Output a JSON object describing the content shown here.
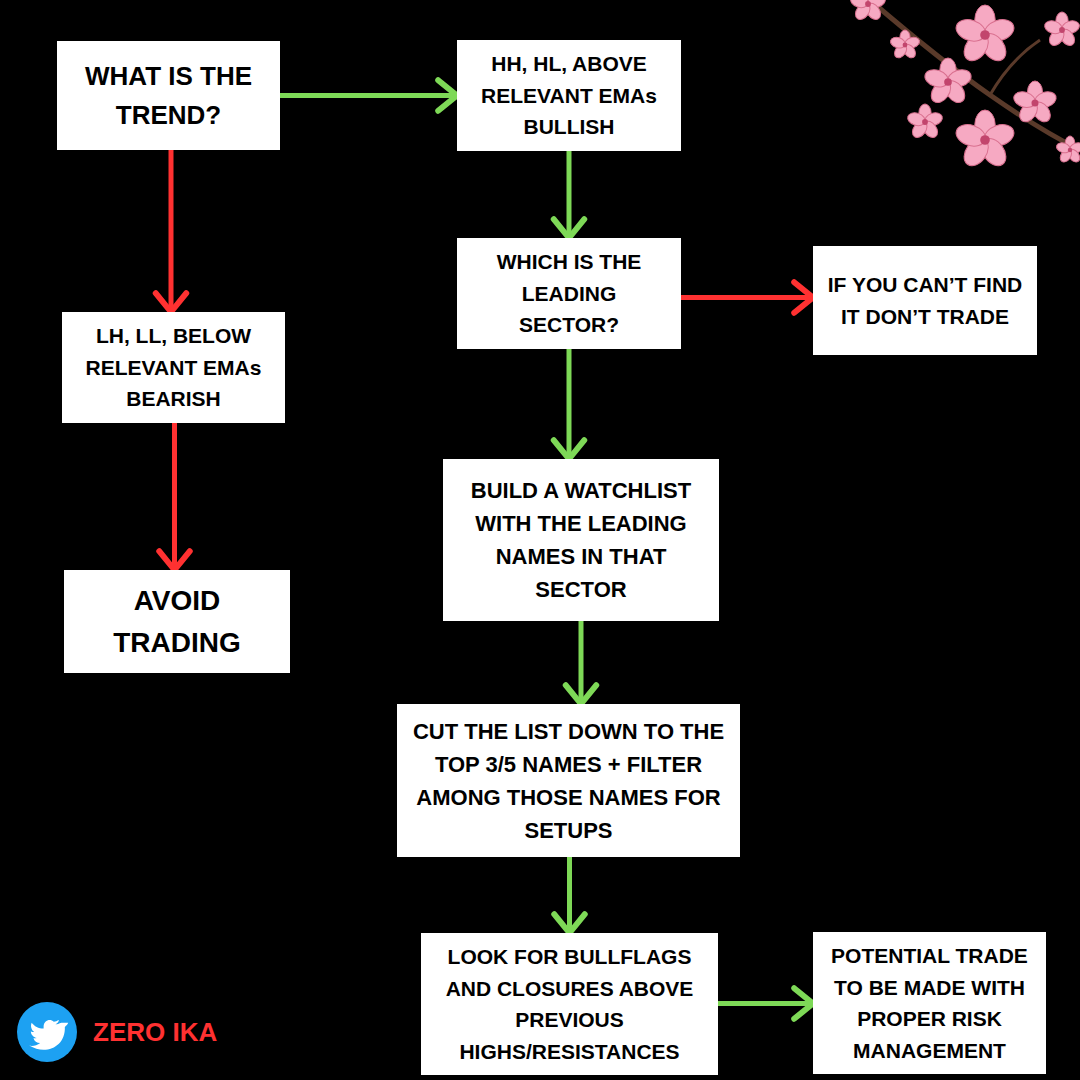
{
  "diagram": {
    "nodes": [
      {
        "text": [
          "WHAT IS THE TREND?"
        ]
      },
      {
        "text": [
          "HH, HL, ABOVE RELEVANT EMAs BULLISH"
        ]
      },
      {
        "text": [
          "WHICH IS THE LEADING SECTOR?"
        ]
      },
      {
        "text": [
          "IF YOU CAN’T FIND IT DON’T TRADE"
        ]
      },
      {
        "text": [
          "LH, LL, BELOW RELEVANT EMAs BEARISH"
        ]
      },
      {
        "text": [
          "AVOID TRADING"
        ]
      },
      {
        "text": [
          "BUILD A WATCHLIST WITH THE LEADING NAMES IN THAT SECTOR"
        ]
      },
      {
        "text": [
          "CUT THE LIST DOWN TO THE TOP 3/5 NAMES + FILTER AMONG THOSE NAMES FOR SETUPS"
        ]
      },
      {
        "text": [
          "LOOK FOR BULLFLAGS AND CLOSURES ABOVE PREVIOUS HIGHS/RESISTANCES"
        ]
      },
      {
        "text": [
          "POTENTIAL TRADE TO BE MADE WITH PROPER RISK MANAGEMENT"
        ]
      }
    ],
    "edges": [
      {
        "from": 0,
        "to": 1,
        "arrow": "to"
      },
      {
        "from": 0,
        "to": 4,
        "arrow": "to"
      },
      {
        "from": 4,
        "to": 5,
        "arrow": "to"
      },
      {
        "from": 1,
        "to": 2,
        "arrow": "to"
      },
      {
        "from": 2,
        "to": 3,
        "arrow": "to"
      },
      {
        "from": 2,
        "to": 6,
        "arrow": "to"
      },
      {
        "from": 6,
        "to": 7,
        "arrow": "to"
      },
      {
        "from": 7,
        "to": 8,
        "arrow": "to"
      },
      {
        "from": 8,
        "to": 9,
        "arrow": "to"
      }
    ],
    "labels": [
      "ZERO IKA"
    ]
  }
}
